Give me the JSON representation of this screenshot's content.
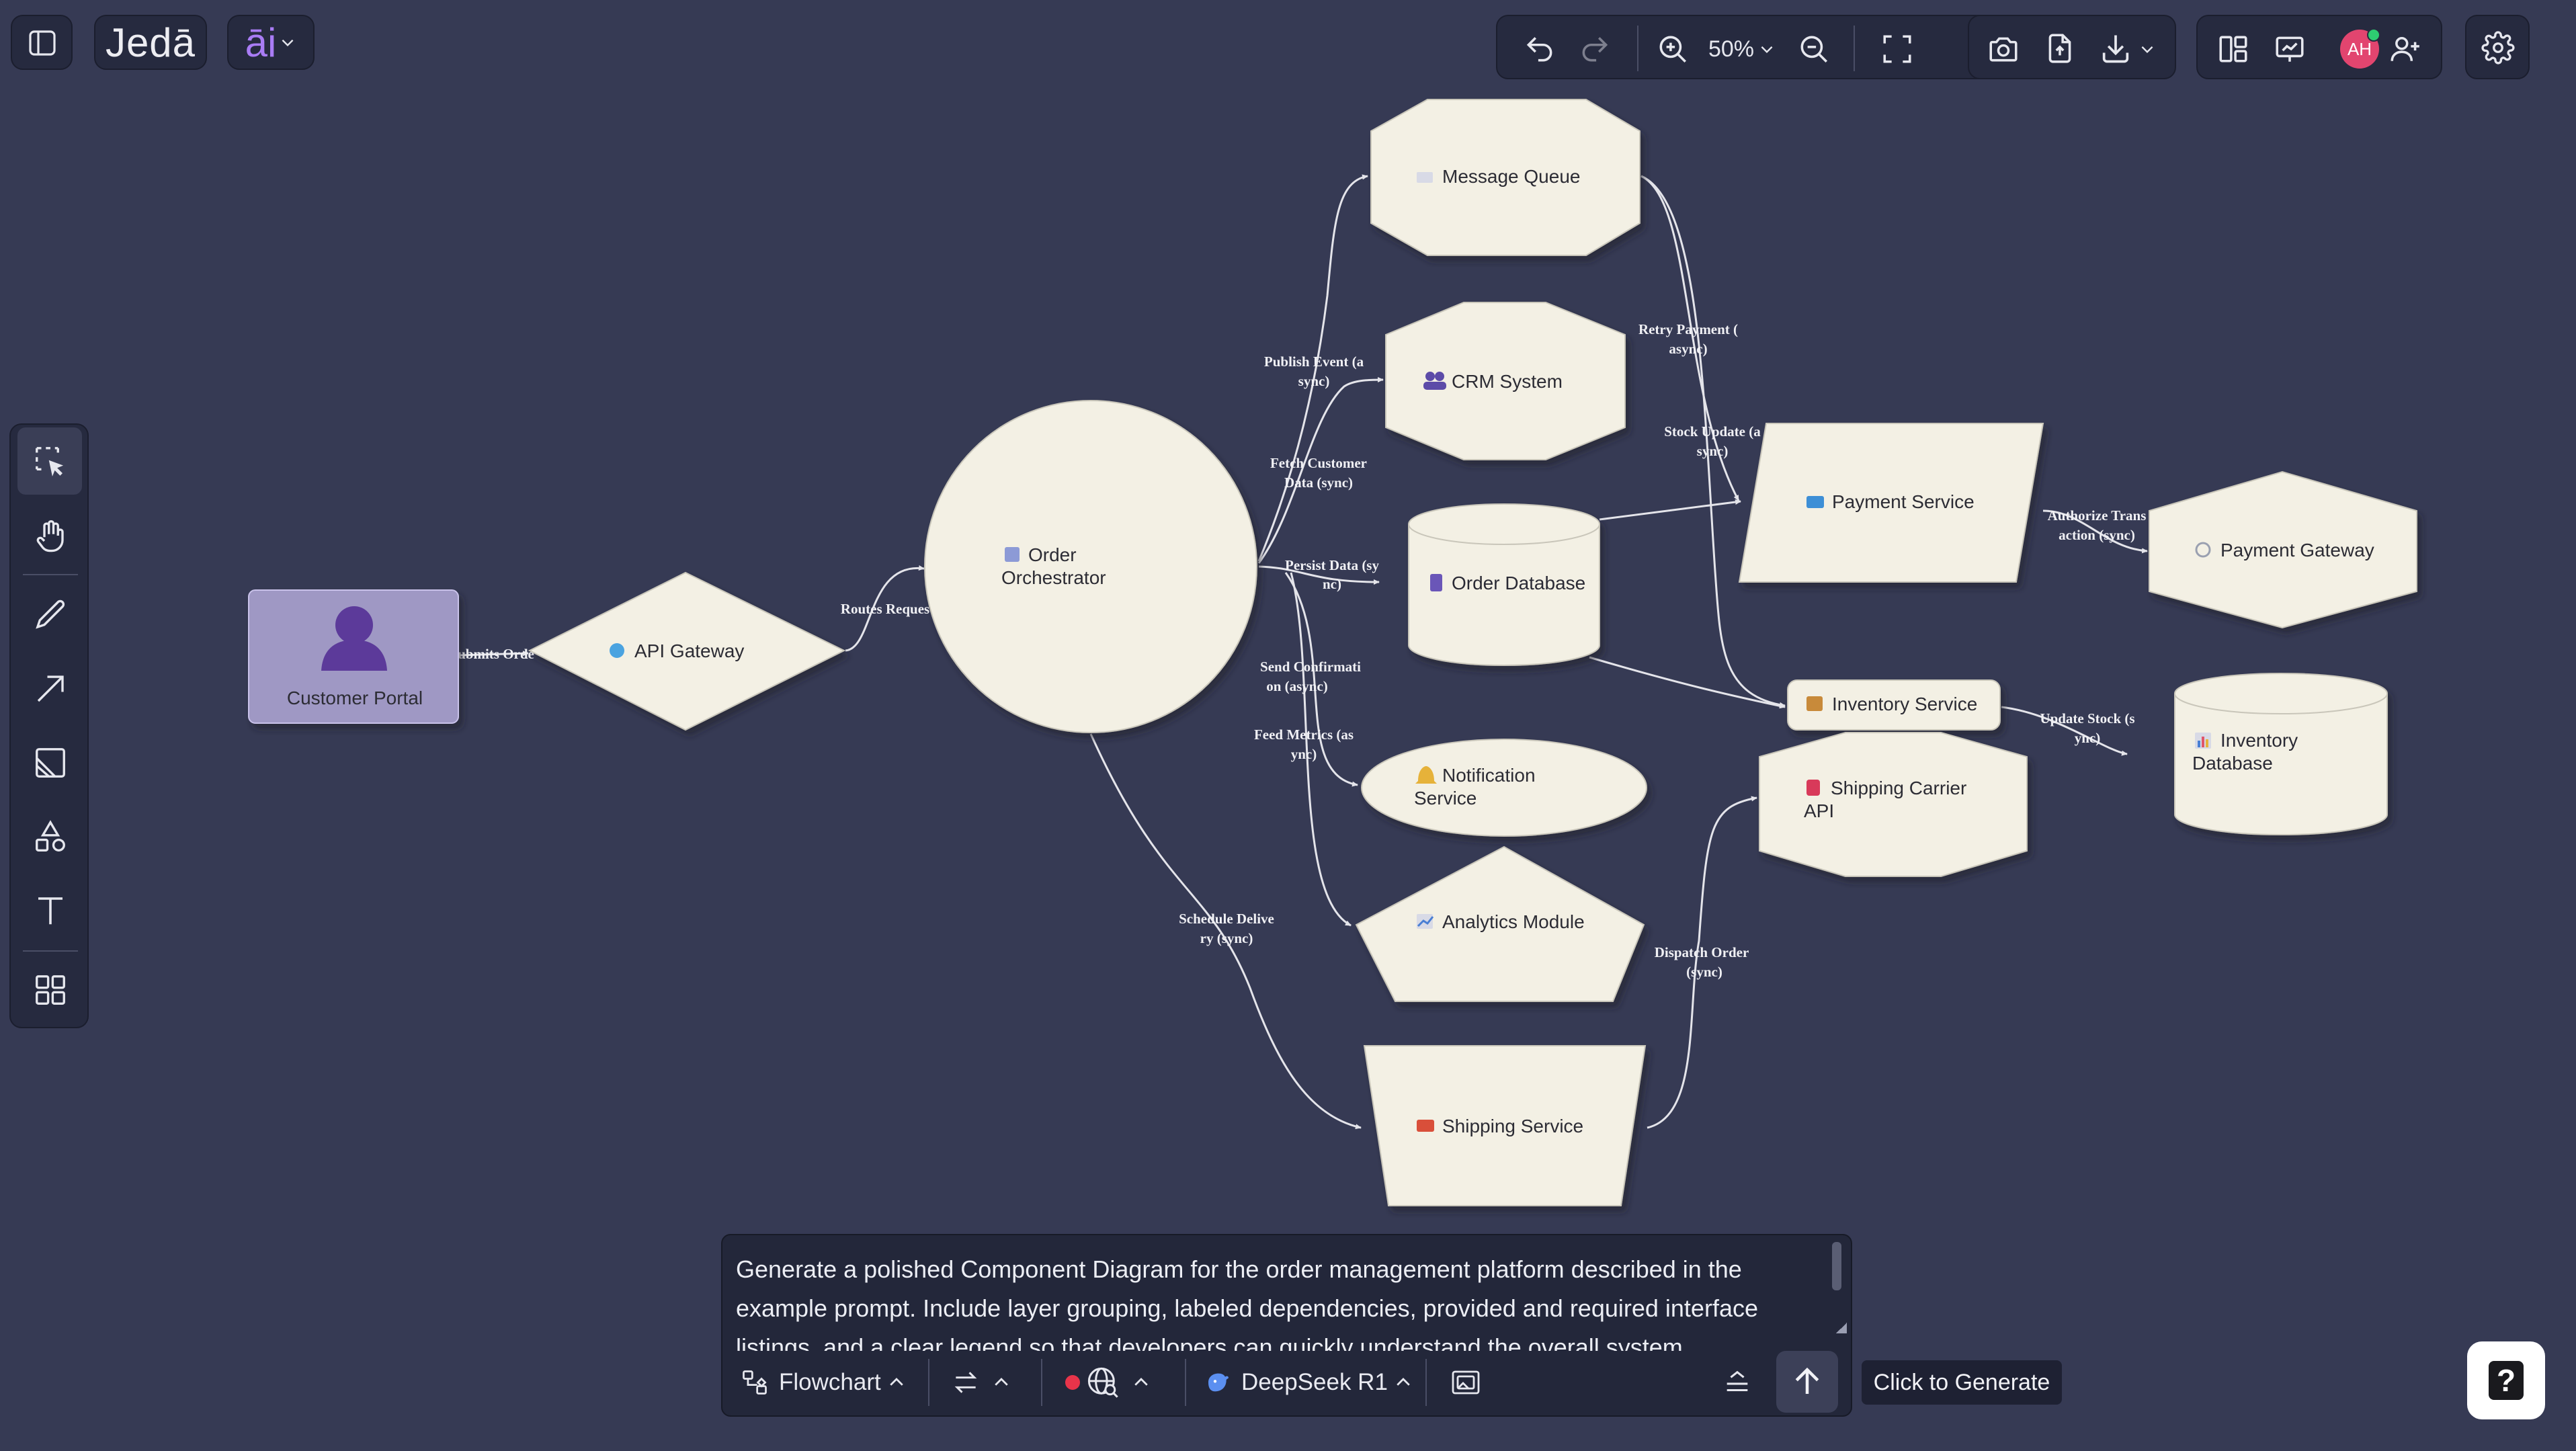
{
  "app": {
    "name": "Jedā",
    "ai_label": "āi"
  },
  "toolbar": {
    "zoom_label": "50%",
    "avatar_initials": "AH"
  },
  "diagram": {
    "nodes": {
      "customer_portal": "Customer Portal",
      "api_gateway": "API Gateway",
      "order_orchestrator_line1": "Order",
      "order_orchestrator_line2": "Orchestrator",
      "message_queue": "Message Queue",
      "crm_system": "CRM System",
      "order_database": "Order Database",
      "notification_line1": "Notification",
      "notification_line2": "Service",
      "analytics_module": "Analytics Module",
      "shipping_service": "Shipping Service",
      "payment_service": "Payment Service",
      "payment_gateway": "Payment Gateway",
      "inventory_service": "Inventory Service",
      "shipping_carrier_line1": "Shipping Carrier",
      "shipping_carrier_line2": "API",
      "inventory_db_line1": "Inventory",
      "inventory_db_line2": "Database"
    },
    "edges": {
      "submits_order": "ubmits Orde",
      "routes_request": "Routes Reques",
      "publish_event_1": "Publish Event (a",
      "publish_event_2": "sync)",
      "fetch_customer_1": "Fetch Customer",
      "fetch_customer_2": "Data (sync)",
      "persist_data_1": "Persist Data (sy",
      "persist_data_2": "nc)",
      "send_confirm_1": "Send Confirmati",
      "send_confirm_2": "on (async)",
      "feed_metrics_1": "Feed Metrics (as",
      "feed_metrics_2": "ync)",
      "schedule_delivery_1": "Schedule Delive",
      "schedule_delivery_2": "ry (sync)",
      "retry_payment_1": "Retry Payment (",
      "retry_payment_2": "async)",
      "stock_update_1": "Stock Update (a",
      "stock_update_2": "sync)",
      "authorize_1": "Authorize Trans",
      "authorize_2": "action (sync)",
      "update_stock_1": "Update Stock (s",
      "update_stock_2": "ync)",
      "dispatch_order_1": "Dispatch Order",
      "dispatch_order_2": "(sync)"
    }
  },
  "prompt": {
    "text": "Generate a polished Component Diagram for the order management platform described in the example prompt. Include layer grouping, labeled dependencies, provided and required interface listings, and a clear legend so that developers can quickly understand the overall system."
  },
  "prompt_bar": {
    "diagram_type": "Flowchart",
    "model": "DeepSeek R1"
  },
  "tooltip": "Click to Generate",
  "colors": {
    "canvas_bg": "#363a54",
    "node_fill": "#f3f0e4",
    "node_stroke": "#c9c6ba",
    "edge": "#e4e4ea",
    "customer_portal_fill": "#9f98c4",
    "brand_accent": "#9f6cf0",
    "avatar": "#e2456f"
  }
}
